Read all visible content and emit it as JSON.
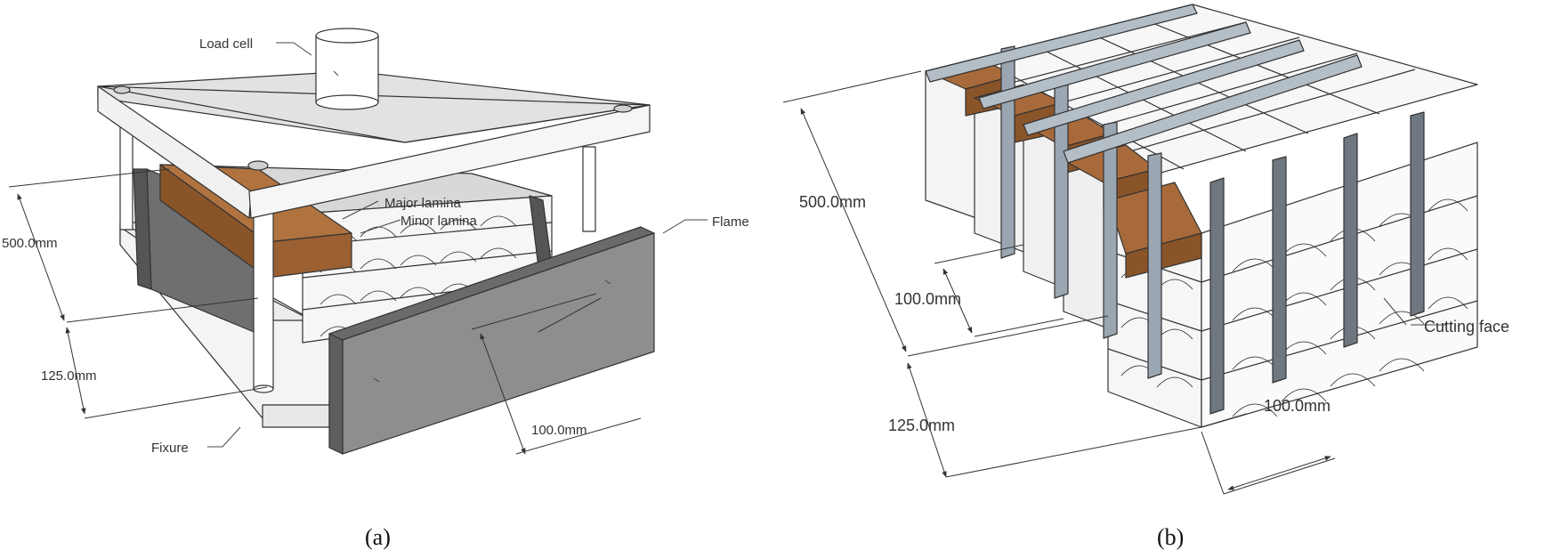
{
  "panel_a": {
    "labels": {
      "load_cell": "Load cell",
      "major_lamina": "Major lamina",
      "minor_lamina": "Minor lamina",
      "flame": "Flame",
      "fixure": "Fixure"
    },
    "dimensions": {
      "length": "500.0mm",
      "height": "125.0mm",
      "width": "100.0mm"
    },
    "caption": "(a)"
  },
  "panel_b": {
    "labels": {
      "cutting_face": "Cutting face"
    },
    "dimensions": {
      "length": "500.0mm",
      "block_width": "100.0mm",
      "height": "125.0mm",
      "block_depth": "100.0mm"
    },
    "caption": "(b)"
  },
  "colors": {
    "plate": "#e2e2e2",
    "plate_side": "#f2f2f2",
    "wood": "#a86a3a",
    "wood_dark": "#8a5429",
    "shield": "#8e8e8e",
    "shield_dark": "#6e6e6e",
    "blade": "#9aa6b2",
    "blade_dark": "#6f7880",
    "block_face": "#f7f7f7"
  }
}
